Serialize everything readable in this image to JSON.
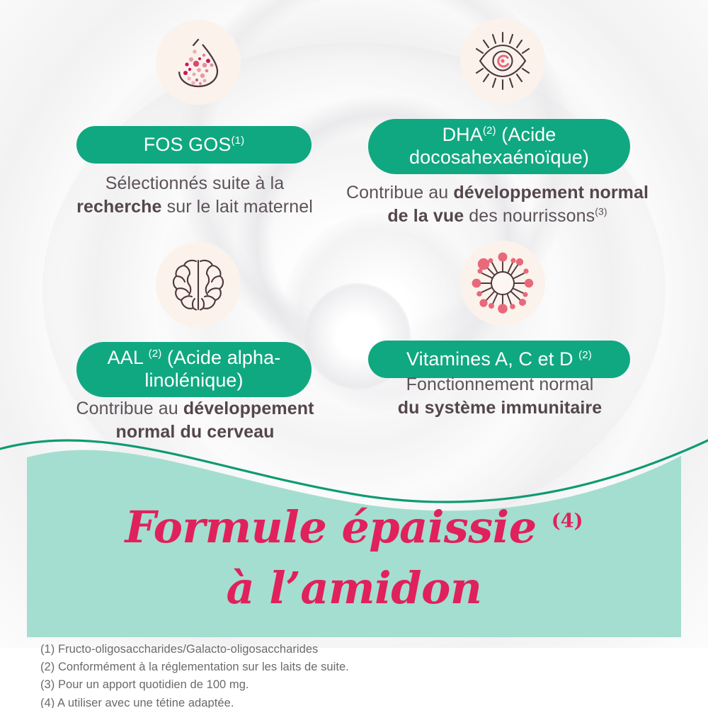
{
  "theme": {
    "pill_green": "#10a881",
    "wave_line_green": "#0e9b72",
    "mint_band": "#a4ded0",
    "headline_pink": "#e0215c",
    "body_text": "#5d5258",
    "bold_text": "#54464b",
    "icon_bubble_cream": "#fbf2ec",
    "icon_stroke_brown": "#4e383d",
    "icon_dot_pink": "#e8697a",
    "icon_dot_crimson": "#c9185a",
    "footnote_gray": "#6a6a6a"
  },
  "benefits": [
    {
      "id": "fosgos",
      "icon": "droplet-dots-icon",
      "pill_text": "FOS GOS",
      "pill_sup": "(1)",
      "caption_html": "Sélectionnés suite à la<br><b>recherche</b> sur le lait maternel",
      "caption_plain": "Sélectionnés suite à la recherche sur le lait maternel"
    },
    {
      "id": "dha",
      "icon": "eye-icon",
      "pill_html": "DHA<sup>(2)</sup> (Acide docosahexaénoïque)",
      "pill_plain": "DHA(2) (Acide docosahexaénoïque)",
      "caption_html": "Contribue au <b>développement normal</b><br><b>de la vue</b> des nourrissons<sup>(3)</sup>",
      "caption_plain": "Contribue au développement normal de la vue des nourrissons(3)"
    },
    {
      "id": "aal",
      "icon": "brain-icon",
      "pill_html": "AAL <sup>(2)</sup> (Acide alpha-linolénique)",
      "pill_plain": "AAL (2) (Acide alpha-linolénique)",
      "caption_html": "Contribue au <b>développement</b><br><b>normal du cerveau</b>",
      "caption_plain": "Contribue au développement normal du cerveau"
    },
    {
      "id": "vitamines",
      "icon": "virus-cell-icon",
      "pill_html": "Vitamines A, C et D <sup>(2)</sup>",
      "pill_plain": "Vitamines A, C et D (2)",
      "caption_html": "Fonctionnement normal<br><b>du système immunitaire</b>",
      "caption_plain": "Fonctionnement normal du système immunitaire"
    }
  ],
  "headline": {
    "line1": "Formule épaissie",
    "line1_sup": "(4)",
    "line2": "à l’amidon"
  },
  "footnotes": [
    "(1) Fructo-oligosaccharides/Galacto-oligosaccharides",
    "(2) Conformément à la réglementation sur les laits de suite.",
    "(3) Pour un apport quotidien de 100 mg.",
    "(4) A utiliser avec une tétine adaptée."
  ]
}
